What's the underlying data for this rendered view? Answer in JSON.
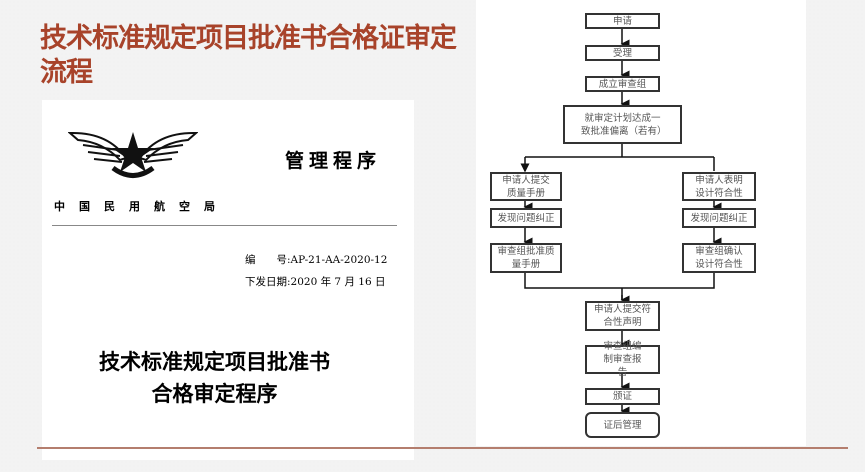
{
  "slide": {
    "title": "技术标准规定项目批准书合格证审定流程"
  },
  "document": {
    "header": "管理程序",
    "organization": "中国民用航空局",
    "number": "编　　号:AP-21-AA-2020-12",
    "issue_date": "下发日期:2020 年 7 月 16 日",
    "title_line1": "技术标准规定项目批准书",
    "title_line2": "合格审定程序"
  },
  "flowchart": {
    "apply": "申请",
    "accept": "受理",
    "form_team": "成立审查组",
    "agree_plan": "就审定计划达成一致批准偏离（若有）",
    "left": [
      "申请人提交质量手册",
      "发现问题纠正",
      "审查组批准质量手册"
    ],
    "right": [
      "申请人表明设计符合性",
      "发现问题纠正",
      "审查组确认设计符合性"
    ],
    "submit_statement": "申请人提交符合性声明",
    "report": "审查组编制审查报告",
    "issue": "颁证",
    "post": "证后管理"
  }
}
